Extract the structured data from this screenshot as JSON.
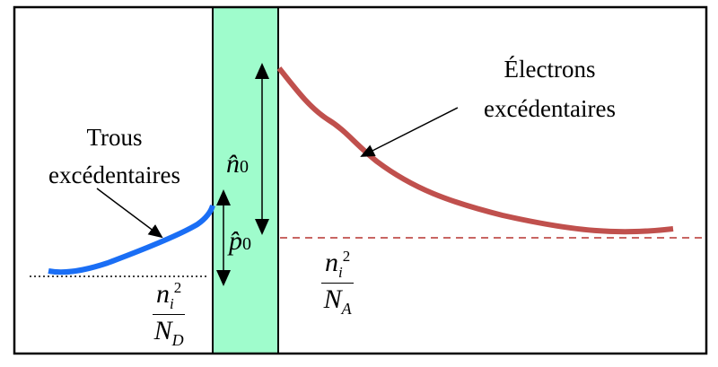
{
  "labels": {
    "holes_line1": "Trous",
    "holes_line2": "excédentaires",
    "electrons_line1": "Électrons",
    "electrons_line2": "excédentaires",
    "n0_symbol": "n̂",
    "n0_sub": "0",
    "p0_symbol": "p̂",
    "p0_sub": "0",
    "left_frac_num": "n",
    "left_frac_num_sub": "i",
    "left_frac_num_sup": "2",
    "left_frac_den": "N",
    "left_frac_den_sub": "D",
    "right_frac_num": "n",
    "right_frac_num_sub": "i",
    "right_frac_num_sup": "2",
    "right_frac_den": "N",
    "right_frac_den_sub": "A"
  },
  "colors": {
    "depletion_region": "#9ffccc",
    "holes_curve": "#1a6ef5",
    "electrons_curve": "#c0504d",
    "frame": "#000000"
  }
}
